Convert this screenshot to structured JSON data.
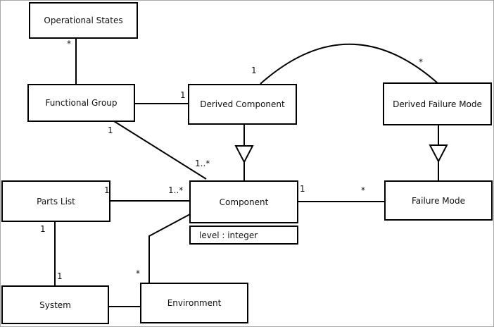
{
  "diagram": {
    "kind": "uml-class-diagram",
    "nodes": [
      {
        "id": "operational-states",
        "label": "Operational States"
      },
      {
        "id": "functional-group",
        "label": "Functional Group"
      },
      {
        "id": "derived-component",
        "label": "Derived Component"
      },
      {
        "id": "derived-failure-mode",
        "label": "Derived Failure Mode"
      },
      {
        "id": "parts-list",
        "label": "Parts List"
      },
      {
        "id": "component",
        "label": "Component",
        "attributes": [
          "level : integer"
        ]
      },
      {
        "id": "failure-mode",
        "label": "Failure Mode"
      },
      {
        "id": "system",
        "label": "System"
      },
      {
        "id": "environment",
        "label": "Environment"
      }
    ],
    "edges": [
      {
        "from": "Operational States",
        "to": "Functional Group",
        "type": "association",
        "source_label": "*"
      },
      {
        "from": "Functional Group",
        "to": "Derived Component",
        "type": "association",
        "target_label": "1"
      },
      {
        "from": "Derived Component",
        "to": "Derived Failure Mode",
        "type": "association-arc",
        "source_label": "1",
        "target_label": "*"
      },
      {
        "from": "Derived Component",
        "to": "Component",
        "type": "generalization"
      },
      {
        "from": "Derived Failure Mode",
        "to": "Failure Mode",
        "type": "generalization"
      },
      {
        "from": "Functional Group",
        "to": "Component",
        "type": "association",
        "source_label": "1",
        "target_label": "1..*"
      },
      {
        "from": "Parts List",
        "to": "Component",
        "type": "association",
        "source_label": "1",
        "target_label": "1..*"
      },
      {
        "from": "Component",
        "to": "Failure Mode",
        "type": "association",
        "source_label": "1",
        "target_label": "*"
      },
      {
        "from": "Parts List",
        "to": "System",
        "type": "association",
        "source_label": "1",
        "target_label": "1"
      },
      {
        "from": "System",
        "to": "Environment",
        "type": "association"
      },
      {
        "from": "Environment",
        "to": "Component",
        "type": "association",
        "source_label": "*"
      }
    ],
    "colors": {
      "line": "#000000",
      "box_fill": "#ffffff",
      "background": "#ffffff"
    }
  }
}
